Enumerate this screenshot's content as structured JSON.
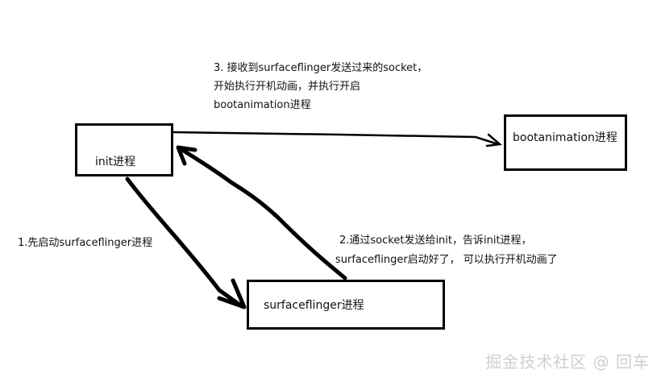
{
  "nodes": {
    "init": "init进程",
    "bootanimation": "bootanimation进程",
    "surfaceflinger": "surfaceflinger进程"
  },
  "steps": {
    "step1": "1.先启动surfaceflinger进程",
    "step2": [
      "2.通过socket发送给init，告诉init进程，",
      "surfaceflinger启动好了， 可以执行开机动画了"
    ],
    "step3": [
      "3. 接收到surfaceflinger发送过来的socket，",
      "开始执行开机动画，并执行开启",
      "bootanimation进程"
    ]
  },
  "watermark": "掘金技术社区 @ 回车"
}
